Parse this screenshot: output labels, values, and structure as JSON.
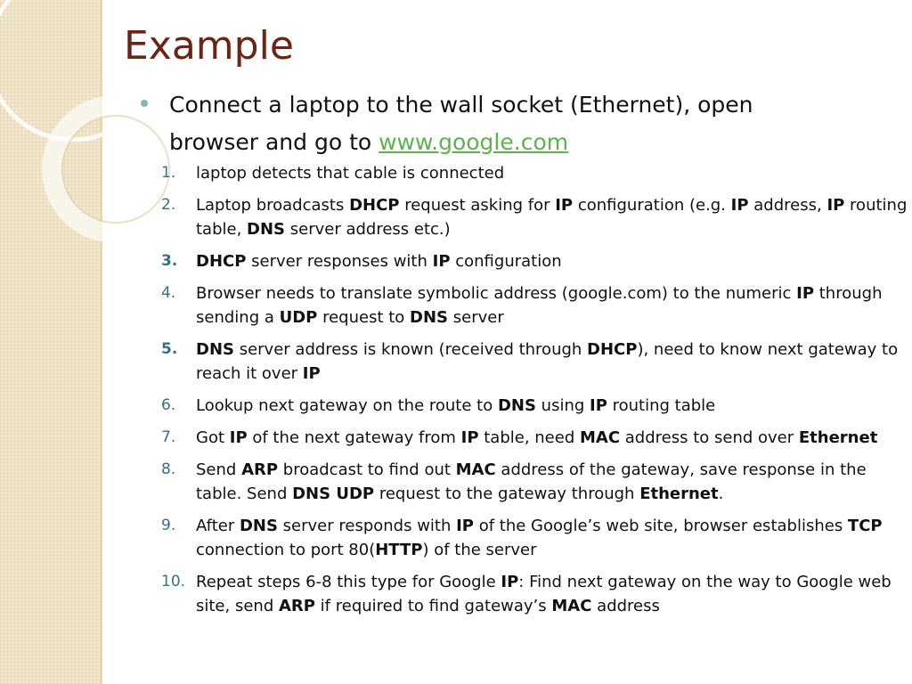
{
  "slide": {
    "title": "Example",
    "main_bullet": {
      "text_before_link": "Connect a laptop to the wall socket (Ethernet), open browser and go to ",
      "link_text": "www.google.com"
    },
    "steps": [
      {
        "number": "1.",
        "number_bold": false,
        "segments": [
          {
            "t": "laptop detects that cable is connected",
            "b": false
          }
        ]
      },
      {
        "number": "2.",
        "number_bold": false,
        "segments": [
          {
            "t": "Laptop broadcasts ",
            "b": false
          },
          {
            "t": "DHCP",
            "b": true
          },
          {
            "t": " request asking for ",
            "b": false
          },
          {
            "t": "IP",
            "b": true
          },
          {
            "t": " configuration (e.g. ",
            "b": false
          },
          {
            "t": "IP",
            "b": true
          },
          {
            "t": " address, ",
            "b": false
          },
          {
            "t": "IP",
            "b": true
          },
          {
            "t": " routing table, ",
            "b": false
          },
          {
            "t": "DNS",
            "b": true
          },
          {
            "t": " server address etc.)",
            "b": false
          }
        ]
      },
      {
        "number": "3.",
        "number_bold": true,
        "segments": [
          {
            "t": "DHCP",
            "b": true
          },
          {
            "t": " server responses with ",
            "b": false
          },
          {
            "t": "IP",
            "b": true
          },
          {
            "t": " configuration",
            "b": false
          }
        ]
      },
      {
        "number": "4.",
        "number_bold": false,
        "segments": [
          {
            "t": "Browser needs to translate symbolic address (google.com) to the numeric ",
            "b": false
          },
          {
            "t": "IP",
            "b": true
          },
          {
            "t": " through sending a ",
            "b": false
          },
          {
            "t": "UDP",
            "b": true
          },
          {
            "t": " request to ",
            "b": false
          },
          {
            "t": "DNS",
            "b": true
          },
          {
            "t": " server",
            "b": false
          }
        ]
      },
      {
        "number": "5.",
        "number_bold": true,
        "segments": [
          {
            "t": "DNS",
            "b": true
          },
          {
            "t": " server address is known (received through ",
            "b": false
          },
          {
            "t": "DHCP",
            "b": true
          },
          {
            "t": "), need to know next gateway to reach it over ",
            "b": false
          },
          {
            "t": "IP",
            "b": true
          }
        ]
      },
      {
        "number": "6.",
        "number_bold": false,
        "segments": [
          {
            "t": "Lookup next gateway on the route to ",
            "b": false
          },
          {
            "t": "DNS",
            "b": true
          },
          {
            "t": " using ",
            "b": false
          },
          {
            "t": "IP",
            "b": true
          },
          {
            "t": " routing table",
            "b": false
          }
        ]
      },
      {
        "number": "7.",
        "number_bold": false,
        "segments": [
          {
            "t": "Got ",
            "b": false
          },
          {
            "t": "IP",
            "b": true
          },
          {
            "t": " of the next gateway from ",
            "b": false
          },
          {
            "t": "IP",
            "b": true
          },
          {
            "t": " table, need ",
            "b": false
          },
          {
            "t": "MAC",
            "b": true
          },
          {
            "t": " address to send over ",
            "b": false
          },
          {
            "t": "Ethernet",
            "b": true
          }
        ]
      },
      {
        "number": "8.",
        "number_bold": false,
        "segments": [
          {
            "t": "Send ",
            "b": false
          },
          {
            "t": "ARP",
            "b": true
          },
          {
            "t": " broadcast to find out ",
            "b": false
          },
          {
            "t": "MAC",
            "b": true
          },
          {
            "t": " address of the gateway, save response in the table.  Send ",
            "b": false
          },
          {
            "t": "DNS UDP",
            "b": true
          },
          {
            "t": " request to the gateway through ",
            "b": false
          },
          {
            "t": "Ethernet",
            "b": true
          },
          {
            "t": ".",
            "b": false
          }
        ]
      },
      {
        "number": "9.",
        "number_bold": false,
        "segments": [
          {
            "t": "After ",
            "b": false
          },
          {
            "t": "DNS",
            "b": true
          },
          {
            "t": " server responds with ",
            "b": false
          },
          {
            "t": "IP",
            "b": true
          },
          {
            "t": " of the Google’s web site, browser establishes ",
            "b": false
          },
          {
            "t": "TCP",
            "b": true
          },
          {
            "t": " connection to port 80(",
            "b": false
          },
          {
            "t": "HTTP",
            "b": true
          },
          {
            "t": ") of the server",
            "b": false
          }
        ]
      },
      {
        "number": "10.",
        "number_bold": false,
        "segments": [
          {
            "t": " Repeat steps 6-8 this type for Google ",
            "b": false
          },
          {
            "t": "IP",
            "b": true
          },
          {
            "t": ": Find next gateway on the way to Google web site, send ",
            "b": false
          },
          {
            "t": "ARP",
            "b": true
          },
          {
            "t": " if required to find gateway’s ",
            "b": false
          },
          {
            "t": "MAC",
            "b": true
          },
          {
            "t": " address",
            "b": false
          }
        ]
      }
    ]
  },
  "colors": {
    "title": "#6b2416",
    "link": "#5fb24f",
    "bullet": "#7fb7b0",
    "step_number": "#3b6f80",
    "side_strip": "#f2e8cf"
  }
}
